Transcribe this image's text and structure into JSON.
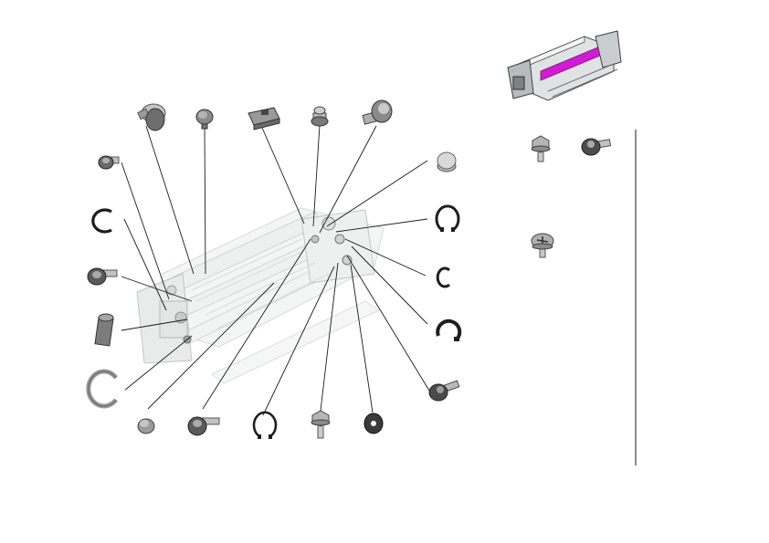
{
  "diagram": {
    "type": "exploded-parts-diagram",
    "assembly": "fuser-unit",
    "highlight_color": "#d21bd2",
    "line_color": "#1a1a1a",
    "part_fill": "#c4c4c4",
    "part_dark": "#6e6e6e",
    "assembly_color": "#cfd3d3",
    "parts_around_assembly": [
      "pin",
      "knob",
      "rectangular-bracket",
      "stepped-pin",
      "shaft-pin",
      "cap",
      "snap-ring",
      "c-clip",
      "snap-ring-large",
      "flange-screw",
      "washer",
      "hex-screw",
      "snap-ring",
      "flange-screw",
      "knob-small",
      "e-ring",
      "bushing",
      "flange-screw",
      "e-ring",
      "small-screw"
    ],
    "loose_parts": [
      "hex-screw",
      "flange-screw",
      "pan-screw"
    ]
  }
}
